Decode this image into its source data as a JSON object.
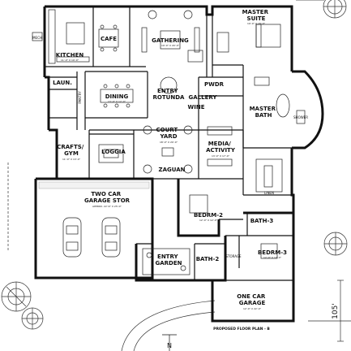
{
  "rooms": {
    "master_suite": "MASTER\nSUITE",
    "master_suite_dim": "19'-0\" X 18'-0\"",
    "gathering": "GATHERING",
    "gathering_dim": "19'-0\" X 20'-0\"",
    "cafe": "CAFE",
    "kitchen": "KITCHEN",
    "kitchen_dim": "11'-0\" X 19'-0\"",
    "laun": "LAUN.",
    "dining": "DINING",
    "dining_dim": "13'-0\" X 12'-0\"",
    "entry_rotunda": "ENTRY\nROTUNDA",
    "gallery": "GALLERY",
    "pwdr": "PWDR",
    "wine": "WINE",
    "master_bath": "MASTER\nBATH",
    "crafts_gym": "CRAFTS/\nGYM",
    "crafts_dim": "11'-0\" X 13'-0\"",
    "loggia": "LOGGIA",
    "court_yard": "COURT-\nYARD",
    "court_dim": "18'-0\" X 20'-0\"",
    "media_activity": "MEDIA/\nACTIVITY",
    "media_dim": "13'-0\" X 17'-0\"",
    "zaguan": "ZAGUAN",
    "two_car_garage": "TWO CAR\nGARAGE STOR",
    "two_car_dim": "APPROX. 22'-6\" X 25'-0\"",
    "bedrm_2": "BEDRM-2",
    "bedrm_2_dim": "12'-0\" X 12'-0\"",
    "bath_3": "BATH-3",
    "bedrm_3": "BEDRM-3",
    "bedrm_3_dim": "12'-0\" X 12'-0\"",
    "entry_garden": "ENTRY\nGARDEN",
    "bath_2": "BATH-2",
    "one_car_garage": "ONE CAR\nGARAGE",
    "one_car_dim": "12'-0\" X 22'-0\""
  },
  "small_labels": {
    "mech": "MECH",
    "pantry": "PANTRY",
    "shower": "SHOWER",
    "linen": "LINEN",
    "storage": "STORAGE"
  },
  "caption": "PROPOSED FLOOR PLAN - B",
  "compass_letter": "N",
  "setback": "105'"
}
